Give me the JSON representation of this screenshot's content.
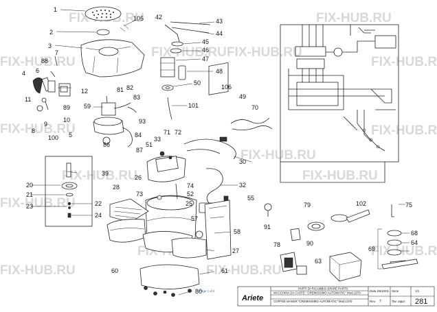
{
  "watermark": "FIX-HUB.RU",
  "part_numbers": [
    "1",
    "2",
    "3",
    "105",
    "7",
    "88",
    "4",
    "6",
    "11",
    "89",
    "12",
    "10",
    "9",
    "8",
    "100",
    "5",
    "59",
    "81",
    "82",
    "83",
    "93",
    "84",
    "86",
    "87",
    "39",
    "20",
    "21",
    "22",
    "23",
    "24",
    "42",
    "43",
    "44",
    "45",
    "46",
    "47",
    "48",
    "50",
    "101",
    "106",
    "49",
    "70",
    "71",
    "72",
    "33",
    "51",
    "30",
    "26",
    "28",
    "73",
    "74",
    "52",
    "32",
    "55",
    "25",
    "57",
    "58",
    "27",
    "60",
    "61",
    "80",
    "79",
    "102",
    "75",
    "91",
    "78",
    "90",
    "63",
    "69",
    "68",
    "64"
  ],
  "title_block": {
    "line1": "PARTI DI RICAMBIO-SPARE PARTS",
    "line2": "MACCHINA DA CAFFE' \"CREMISSIMO AUTOMATIC\" Mod.1370",
    "line3": "COFFEE MAKER \"CREMISSIMO AUTOMATIC\" Mod.1370",
    "brand": "Ariete",
    "data_label": "Data",
    "data_value": "05/10/01",
    "serie_label": "Serie",
    "serie_value": "1/1",
    "rev_label": "Rev.",
    "rev_value": "7",
    "tav_label": "Tav. rappr.",
    "tav_value": "281",
    "page_link": "Page 1 of 2"
  }
}
